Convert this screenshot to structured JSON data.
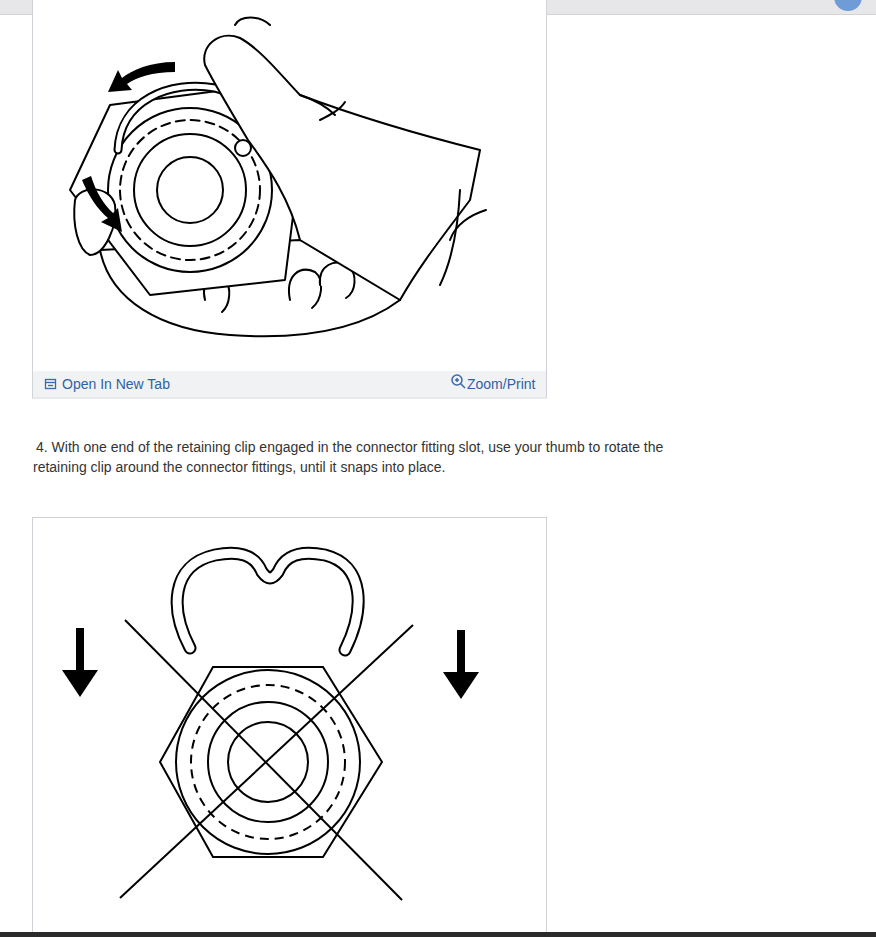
{
  "diagram": {
    "labels": [
      "Open In New Tab",
      "Zoom/Print",
      "4. With one end of the retaining clip engaged in the connector fitting slot, use your thumb to rotate the retaining clip around the connector fittings, until it snaps into place."
    ]
  }
}
